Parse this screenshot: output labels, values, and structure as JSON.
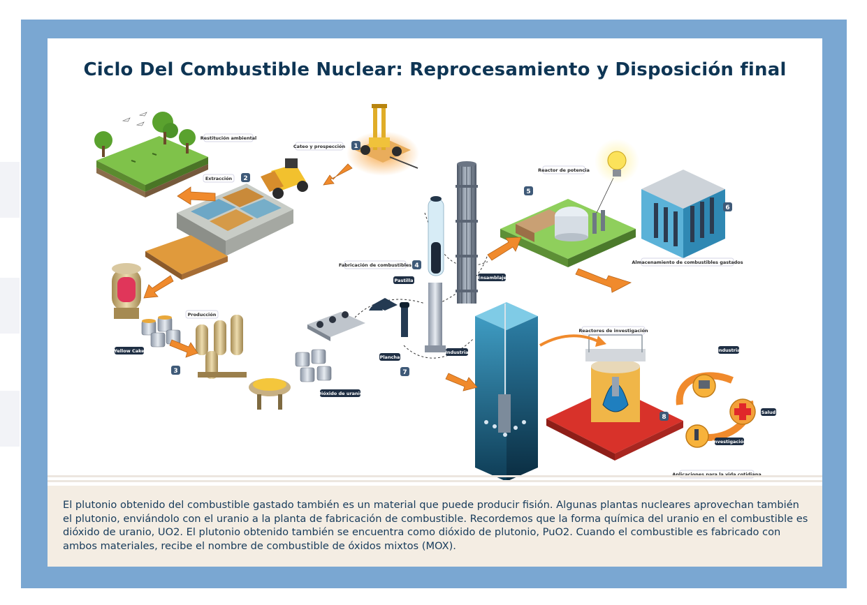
{
  "title": "Ciclo Del Combustible Nuclear: Reprocesamiento y Disposición final",
  "caption": "El plutonio obtenido del combustible gastado también es un material que puede producir fisión. Algunas plantas nucleares aprovechan también el plutonio, enviándolo con el uranio a la planta de fabricación de combustible. Recordemos que la forma química del uranio en el combustible es dióxido de uranio, UO2. El plutonio obtenido también se encuentra como dióxido de plutonio, PuO2. Cuando el combustible es fabricado con ambos materiales, recibe el nombre de combustible de óxidos mixtos (MOX).",
  "labels": {
    "restitucion": "Restitución ambiental",
    "cateo": "Cateo y prospección",
    "extraccion": "Extracción",
    "produccion": "Producción",
    "yellow_cake": "Yellow Cake",
    "dioxido": "Dióxido de uranio",
    "fabricacion": "Fabricación de combustibles",
    "pastilla": "Pastilla",
    "ensamblaje": "Ensamblaje",
    "plancha": "Plancha",
    "industria": "Industria",
    "reactor_potencia": "Reactor de potencia",
    "almacenamiento": "Almacenamiento de combustibles gastados",
    "reactores_investigacion": "Reactores de investigación",
    "industria2": "Industria",
    "salud": "Salud",
    "investigacion": "Investigación",
    "aplicaciones": "Aplicaciones para la vida cotidiana"
  },
  "steps": [
    "1",
    "2",
    "3",
    "4",
    "5",
    "6",
    "7",
    "8"
  ],
  "colors": {
    "frame": "#7aa7d2",
    "title": "#0e3554",
    "caption_bg": "#f4ede3",
    "arrow": "#f08a2c"
  }
}
